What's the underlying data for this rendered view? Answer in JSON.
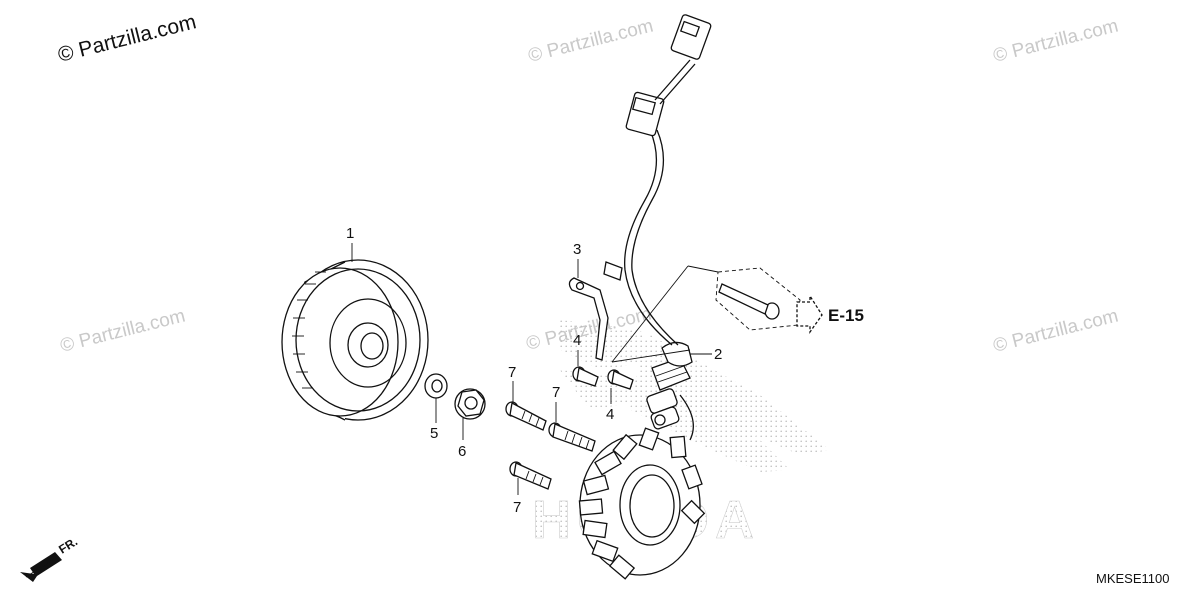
{
  "watermarks": {
    "main": "© Partzilla.com",
    "faint": "© Partzilla.com"
  },
  "callouts": {
    "flywheel": "1",
    "stator": "2",
    "wire_clamp": "3",
    "bolt_4_upper": "4",
    "bolt_4_lower": "4",
    "washer": "5",
    "nut": "6",
    "bolt_7_a": "7",
    "bolt_7_b": "7",
    "bolt_7_c": "7"
  },
  "reference": "E-15",
  "direction": "FR.",
  "diagram_code": "MKESE1100",
  "background_logo_text": "HONDA",
  "colors": {
    "line": "#111111",
    "watermark": "#c9c9c9",
    "stipple": "#bbbbbb"
  }
}
